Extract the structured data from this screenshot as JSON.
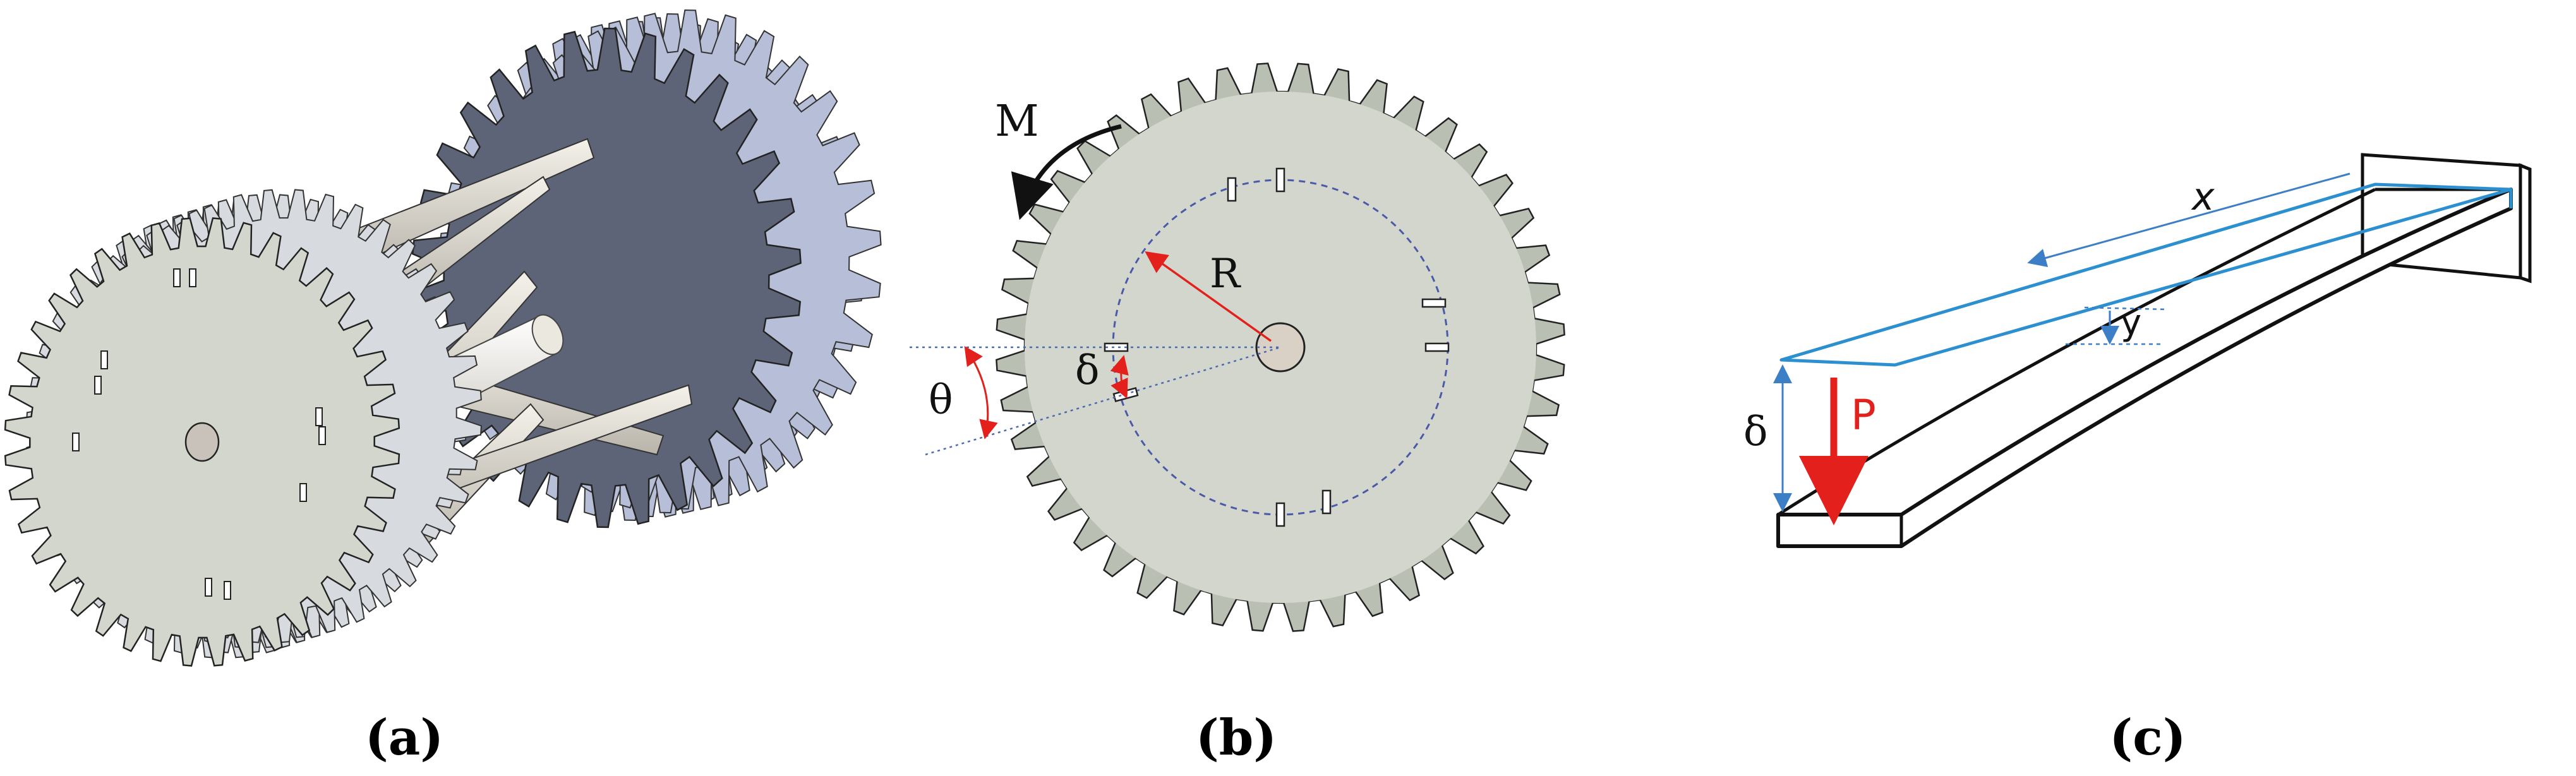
{
  "figure": {
    "panels": [
      {
        "caption": "(a)"
      },
      {
        "caption": "(b)",
        "labels": {
          "moment": "M",
          "radius": "R",
          "deflection": "δ",
          "angle": "θ"
        }
      },
      {
        "caption": "(c)",
        "labels": {
          "axis_x": "x",
          "axis_y": "y",
          "deflection": "δ",
          "load": "P"
        }
      }
    ]
  },
  "colors": {
    "gear_face": "#d2d6cc",
    "gear_tooth": "#b9bfb2",
    "gear_dark": "#5e6478",
    "gear_dark_tooth": "#b7bfd8",
    "outline": "#1a1a1a",
    "dim_red": "#e3201b",
    "dim_blue": "#3d7fc6",
    "beam_blue": "#2b8fd0",
    "load_red": "#e3201b"
  },
  "icons": [
    "gear-icon",
    "spoke-icon",
    "beam-icon",
    "arrow-icon"
  ]
}
